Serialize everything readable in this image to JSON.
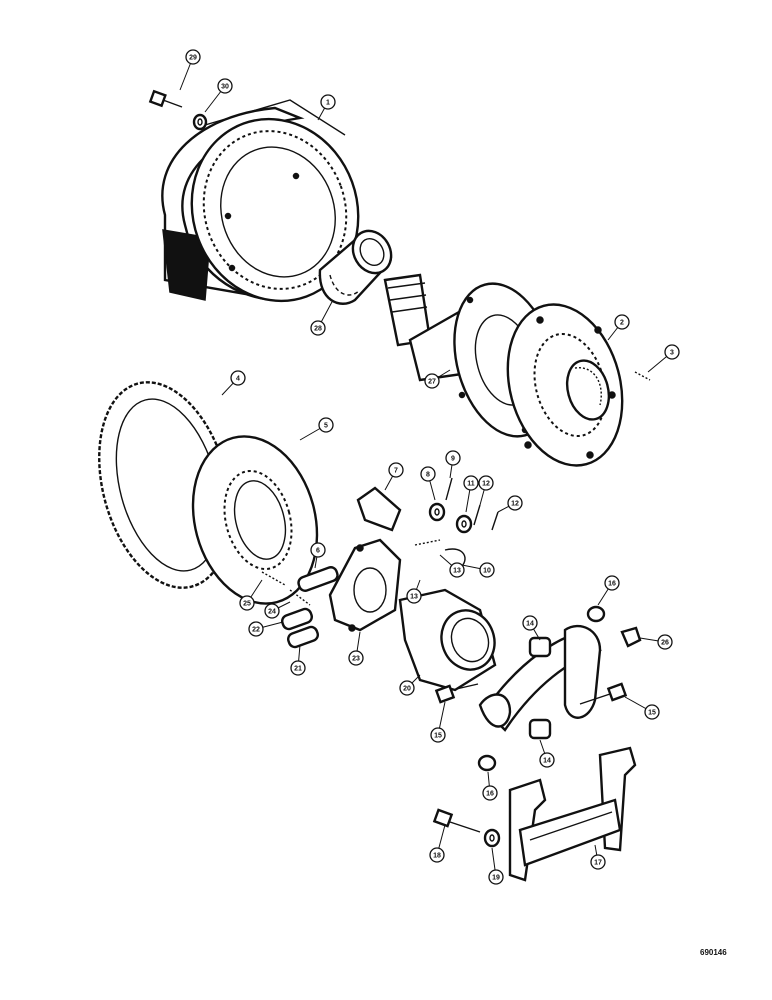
{
  "figure_id": "690146",
  "callouts": [
    {
      "key": "1",
      "label": "1"
    },
    {
      "key": "2",
      "label": "2"
    },
    {
      "key": "3",
      "label": "3"
    },
    {
      "key": "4",
      "label": "4"
    },
    {
      "key": "5",
      "label": "5"
    },
    {
      "key": "6",
      "label": "6"
    },
    {
      "key": "7",
      "label": "7"
    },
    {
      "key": "8",
      "label": "8"
    },
    {
      "key": "9",
      "label": "9"
    },
    {
      "key": "10",
      "label": "10"
    },
    {
      "key": "11",
      "label": "11"
    },
    {
      "key": "12a",
      "label": "12"
    },
    {
      "key": "12b",
      "label": "12"
    },
    {
      "key": "13a",
      "label": "13"
    },
    {
      "key": "13b",
      "label": "13"
    },
    {
      "key": "14a",
      "label": "14"
    },
    {
      "key": "14b",
      "label": "14"
    },
    {
      "key": "15a",
      "label": "15"
    },
    {
      "key": "15b",
      "label": "15"
    },
    {
      "key": "16a",
      "label": "16"
    },
    {
      "key": "16b",
      "label": "16"
    },
    {
      "key": "17",
      "label": "17"
    },
    {
      "key": "18",
      "label": "18"
    },
    {
      "key": "19",
      "label": "19"
    },
    {
      "key": "20",
      "label": "20"
    },
    {
      "key": "21",
      "label": "21"
    },
    {
      "key": "22",
      "label": "22"
    },
    {
      "key": "23",
      "label": "23"
    },
    {
      "key": "24",
      "label": "24"
    },
    {
      "key": "25",
      "label": "25"
    },
    {
      "key": "26",
      "label": "26"
    },
    {
      "key": "27",
      "label": "27"
    },
    {
      "key": "28",
      "label": "28"
    },
    {
      "key": "29",
      "label": "29"
    },
    {
      "key": "30",
      "label": "30"
    }
  ]
}
